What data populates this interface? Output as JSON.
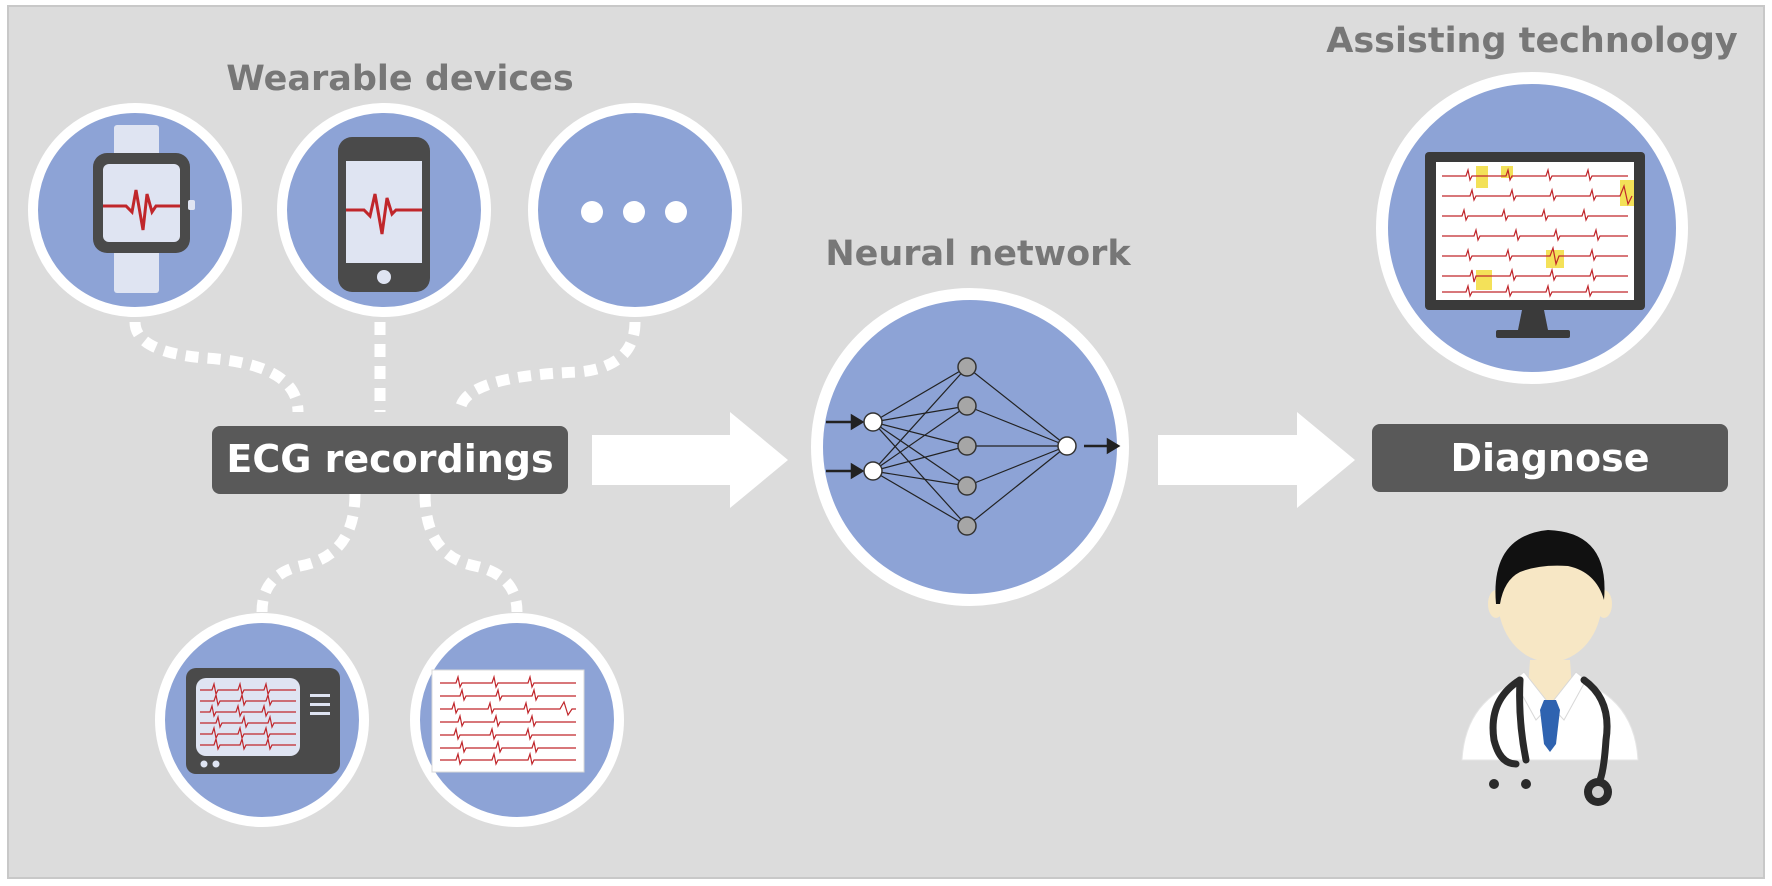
{
  "labels": {
    "wearable_devices": "Wearable devices",
    "neural_network": "Neural network",
    "assisting_technology": "Assisting technology",
    "ecg_recordings": "ECG recordings",
    "diagnose": "Diagnose"
  },
  "colors": {
    "background": "#dcdcdc",
    "circle_fill": "#8da3d6",
    "circle_ring": "#ffffff",
    "dark_box": "#595959",
    "heading_text": "#777777",
    "ecg_trace": "#c0262b",
    "highlight": "#f2dc3c",
    "device_body": "#4a4a4a",
    "node_gray": "#a6a6a6"
  },
  "icons": [
    "smartwatch-icon",
    "smartphone-icon",
    "more-dots-icon",
    "ecg-monitor-icon",
    "ecg-paper-icon",
    "neural-network-icon",
    "ecg-display-monitor-icon",
    "doctor-icon"
  ]
}
